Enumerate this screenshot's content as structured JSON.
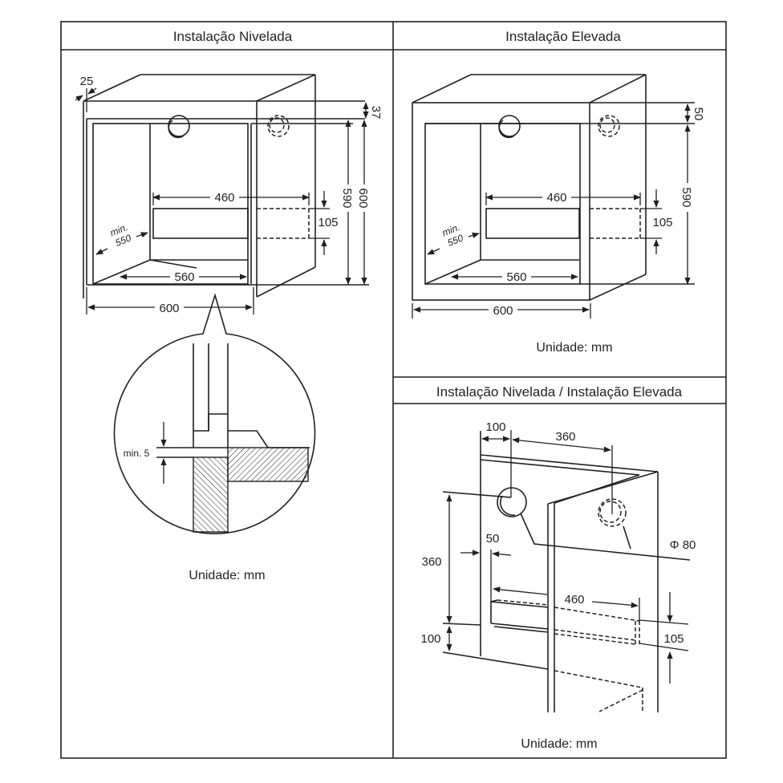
{
  "colors": {
    "ink": "#231f20",
    "background": "#ffffff"
  },
  "panels": {
    "flush": {
      "title": "Instalação Nivelada",
      "dims": {
        "top_depth": "25",
        "top_gap": "37",
        "opening_height": "590",
        "total_height": "600",
        "cutout_width": "460",
        "cutout_height": "105",
        "min_depth_label": "min.",
        "min_depth_value": "550",
        "inner_width": "560",
        "outer_width": "600"
      },
      "detail": {
        "gap_label": "min. 5"
      },
      "unit": "Unidade: mm"
    },
    "raised": {
      "title": "Instalação Elevada",
      "dims": {
        "top_gap": "50",
        "opening_height": "590",
        "cutout_width": "460",
        "cutout_height": "105",
        "min_depth_label": "min.",
        "min_depth_value": "550",
        "inner_width": "560",
        "outer_width": "600"
      },
      "unit": "Unidade: mm"
    },
    "both": {
      "title": "Instalação Nivelada / Instalação Elevada",
      "dims": {
        "hole_offset_x": "100",
        "hole_spacing": "360",
        "hole_height": "360",
        "cutout_offset": "50",
        "cutout_width": "460",
        "cutout_height": "105",
        "bottom_offset": "100",
        "hole_diameter": "Φ 80"
      },
      "unit": "Unidade: mm"
    }
  }
}
